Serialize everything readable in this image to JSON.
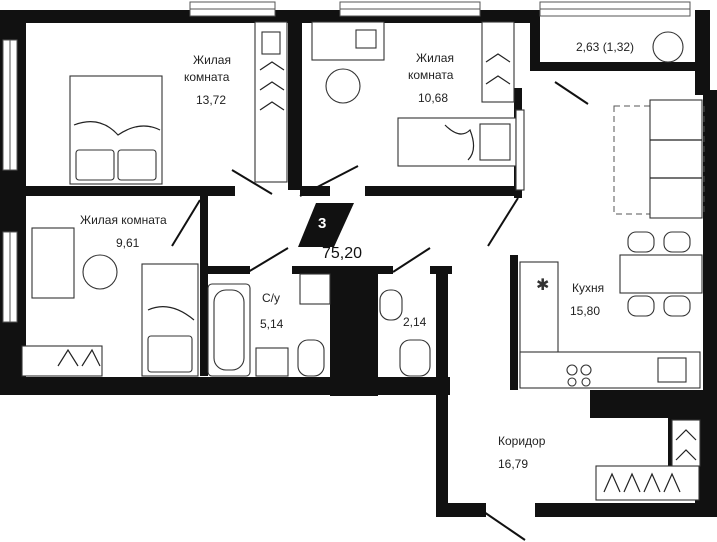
{
  "plan": {
    "room_count": "3",
    "total_area": "75,20"
  },
  "rooms": {
    "bedroom1": {
      "label_line1": "Жилая",
      "label_line2": "комната",
      "area": "13,72"
    },
    "bedroom2": {
      "label_line1": "Жилая",
      "label_line2": "комната",
      "area": "10,68"
    },
    "bedroom3": {
      "label": "Жилая комната",
      "area": "9,61"
    },
    "balcony": {
      "area": "2,63 (1,32)"
    },
    "bathroom": {
      "label": "С/у",
      "area": "5,14"
    },
    "wc": {
      "area": "2,14"
    },
    "kitchen": {
      "label": "Кухня",
      "area": "15,80"
    },
    "corridor": {
      "label": "Коридор",
      "area": "16,79"
    }
  }
}
